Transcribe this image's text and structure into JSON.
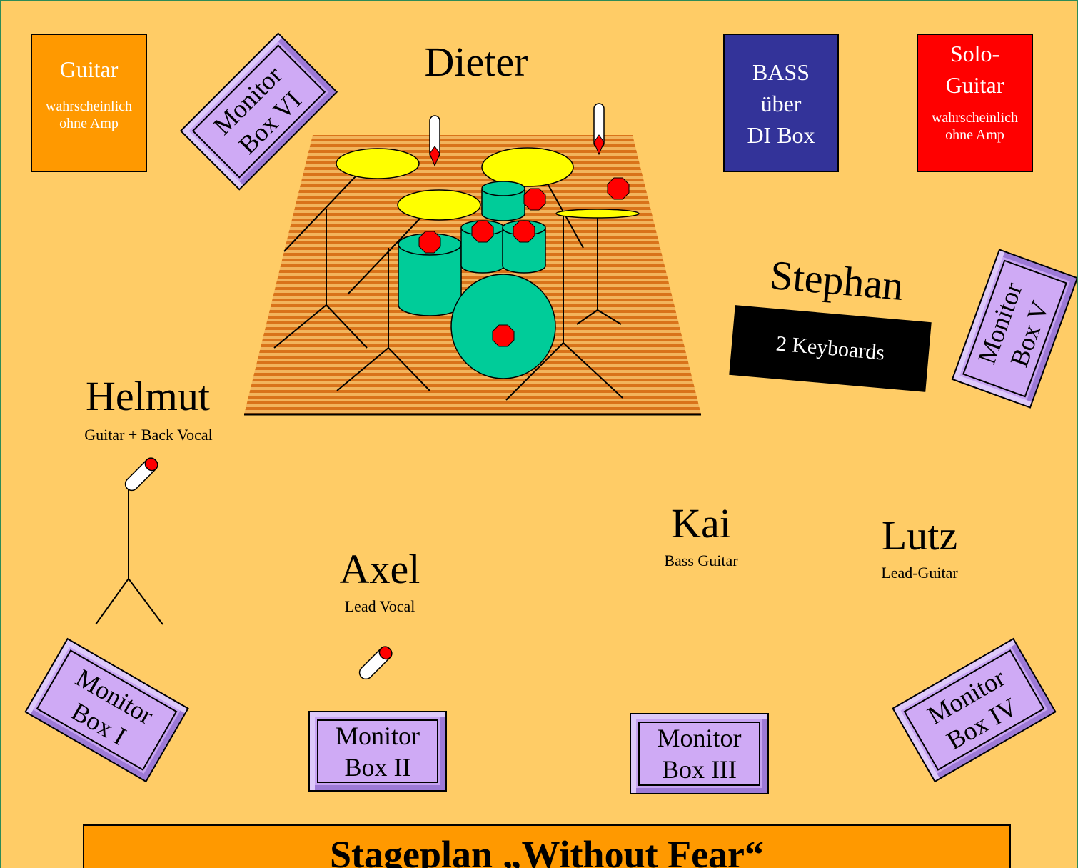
{
  "title": "Stageplan „Without Fear“",
  "colors": {
    "stage_bg": "#ffcc66",
    "guitar_amp": "#ff9900",
    "bass_amp": "#333399",
    "solo_amp": "#ff0000",
    "monitor": "#c7a3f2",
    "drum_shell": "#00cc99",
    "cymbal": "#ffff00",
    "mic_marker": "#ff0000",
    "riser": "#e07a1a"
  },
  "amps": {
    "guitar": {
      "title": "Guitar",
      "note": "wahrscheinlich ohne Amp"
    },
    "bass": {
      "line1": "BASS",
      "line2": "über",
      "line3": "DI Box"
    },
    "solo": {
      "line1": "Solo-",
      "line2": "Guitar",
      "note": "wahrscheinlich ohne Amp"
    }
  },
  "performers": {
    "dieter": {
      "name": "Dieter"
    },
    "stephan": {
      "name": "Stephan",
      "instrument": "2 Keyboards"
    },
    "helmut": {
      "name": "Helmut",
      "role": "Guitar + Back Vocal"
    },
    "axel": {
      "name": "Axel",
      "role": "Lead Vocal"
    },
    "kai": {
      "name": "Kai",
      "role": "Bass Guitar"
    },
    "lutz": {
      "name": "Lutz",
      "role": "Lead-Guitar"
    }
  },
  "monitors": {
    "m1": {
      "line1": "Monitor",
      "line2": "Box I"
    },
    "m2": {
      "line1": "Monitor",
      "line2": "Box II"
    },
    "m3": {
      "line1": "Monitor",
      "line2": "Box III"
    },
    "m4": {
      "line1": "Monitor",
      "line2": "Box IV"
    },
    "m5": {
      "line1": "Monitor",
      "line2": "Box V"
    },
    "m6": {
      "line1": "Monitor",
      "line2": "Box VI"
    }
  }
}
